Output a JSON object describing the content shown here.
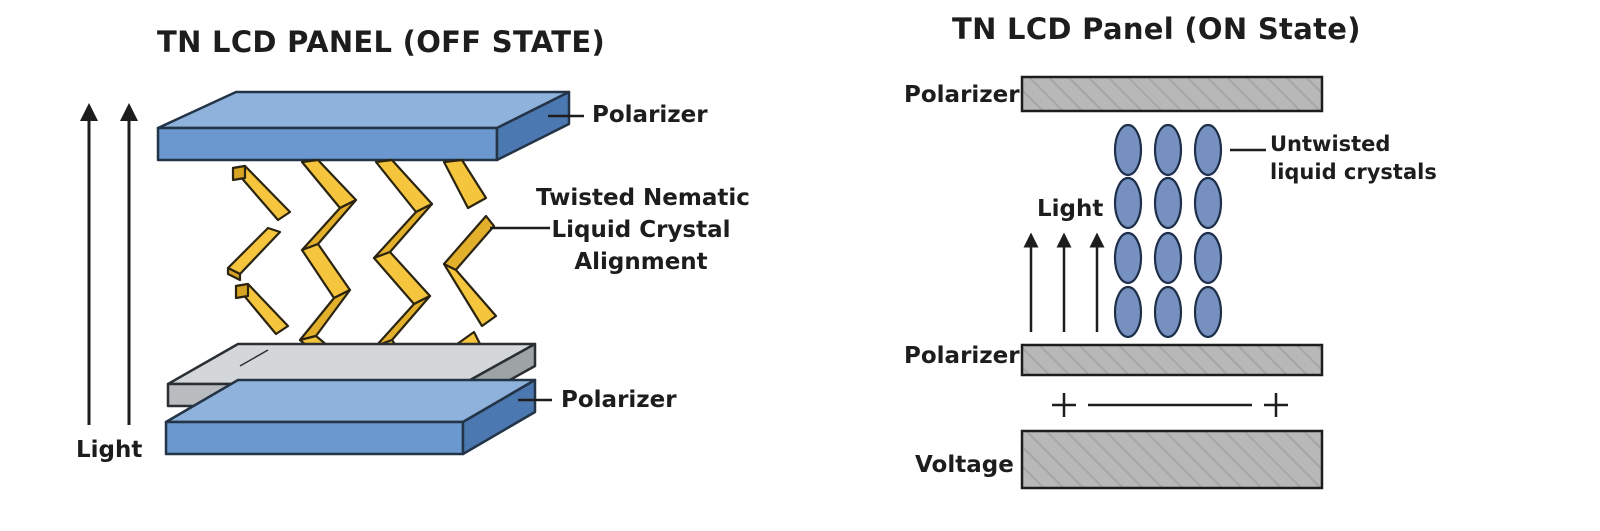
{
  "left_panel": {
    "title": "TN LCD PANEL (OFF STATE)",
    "label_top_polarizer": "Polarizer",
    "label_bottom_polarizer": "Polarizer",
    "label_crystal_line1": "Twisted Nematic",
    "label_crystal_line2": "Liquid Crystal",
    "label_crystal_line3": "Alignment",
    "label_light": "Light",
    "colors": {
      "polarizer": "#7ea7d3",
      "glass": "#c3c6c8",
      "crystal": "#f4c53d"
    }
  },
  "right_panel": {
    "title": "TN LCD Panel (ON State)",
    "label_top_polarizer": "Polarizer",
    "label_bottom_polarizer": "Polarizer",
    "label_voltage": "Voltage",
    "label_crystals_line1": "Untwisted",
    "label_crystals_line2": "liquid crystals",
    "label_light": "Light",
    "colors": {
      "plate": "#b7b7b7",
      "crystal": "#7691c0"
    }
  }
}
